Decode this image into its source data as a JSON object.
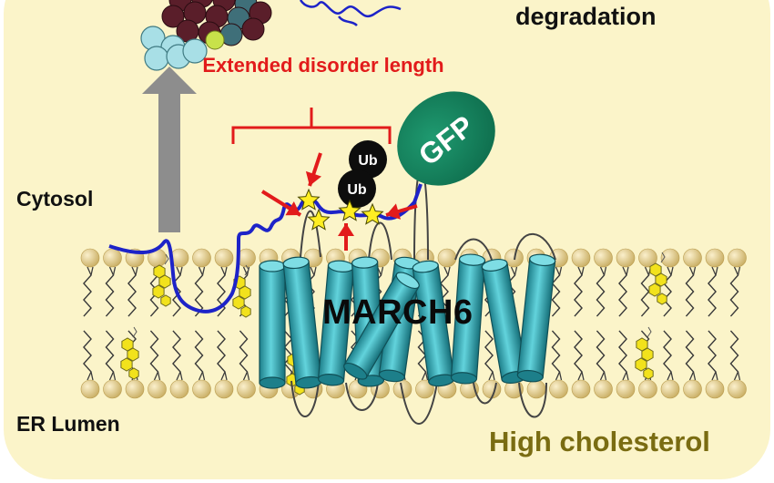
{
  "labels": {
    "degradation": "degradation",
    "extended_disorder": "Extended disorder length",
    "cytosol": "Cytosol",
    "er_lumen": "ER Lumen",
    "march6": "MARCH6",
    "high_cholesterol": "High cholesterol",
    "gfp": "GFP",
    "ubiquitin": [
      "Ub",
      "Ub"
    ]
  },
  "icons": {
    "proteasome": "proteasome-icon",
    "arrow": "gray-up-arrow-icon",
    "bracket": "red-bracket-icon",
    "cholesterol": "cholesterol-molecule-icon"
  },
  "colors": {
    "cytosol_background": "#fbf4c9",
    "membrane_head": "#e8d49a",
    "helix": "#3fb8c3",
    "gfp": "#14855f",
    "disorder_chain": "#1d23c8",
    "red_arrow": "#e21b1b",
    "star": "#ffee22",
    "cholesterol": "#f2e21c",
    "ubiquitin": "#0d0d0d",
    "cholesterol_text": "#7a6c12"
  }
}
